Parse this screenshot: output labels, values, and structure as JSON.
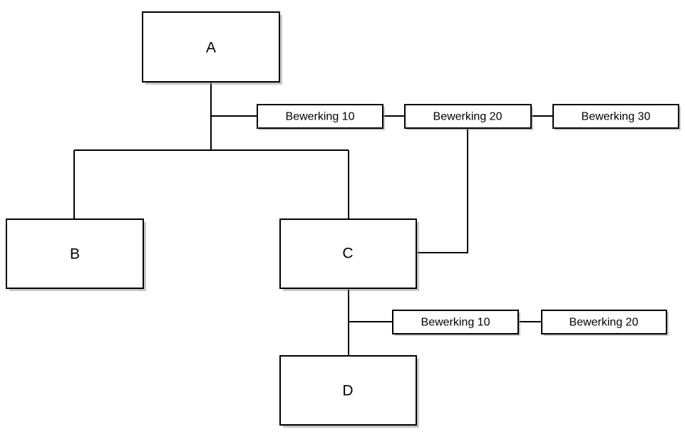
{
  "nodes": {
    "a": "A",
    "b": "B",
    "c": "C",
    "d": "D"
  },
  "operations_a": [
    "Bewerking 10",
    "Bewerking 20",
    "Bewerking 30"
  ],
  "operations_c": [
    "Bewerking 10",
    "Bewerking 20"
  ]
}
